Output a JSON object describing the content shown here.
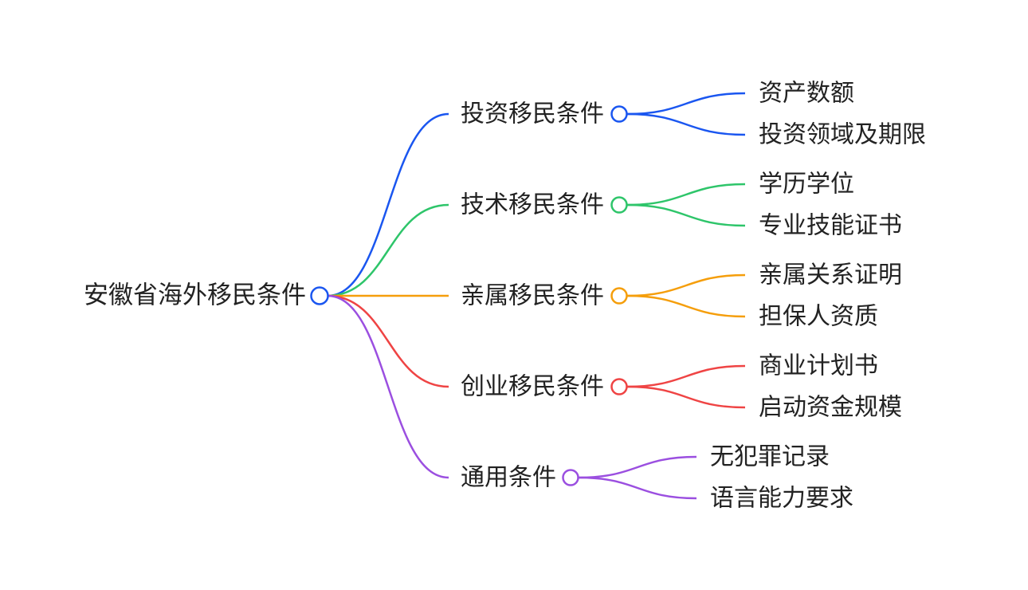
{
  "mindmap": {
    "root": {
      "label": "安徽省海外移民条件",
      "color": "#1a56f0"
    },
    "branches": [
      {
        "label": "投资移民条件",
        "color": "#1a56f0",
        "children": [
          "资产数额",
          "投资领域及期限"
        ]
      },
      {
        "label": "技术移民条件",
        "color": "#2ec56a",
        "children": [
          "学历学位",
          "专业技能证书"
        ]
      },
      {
        "label": "亲属移民条件",
        "color": "#f59e0b",
        "children": [
          "亲属关系证明",
          "担保人资质"
        ]
      },
      {
        "label": "创业移民条件",
        "color": "#ef4444",
        "children": [
          "商业计划书",
          "启动资金规模"
        ]
      },
      {
        "label": "通用条件",
        "color": "#9b4fe0",
        "children": [
          "无犯罪记录",
          "语言能力要求"
        ]
      }
    ]
  }
}
